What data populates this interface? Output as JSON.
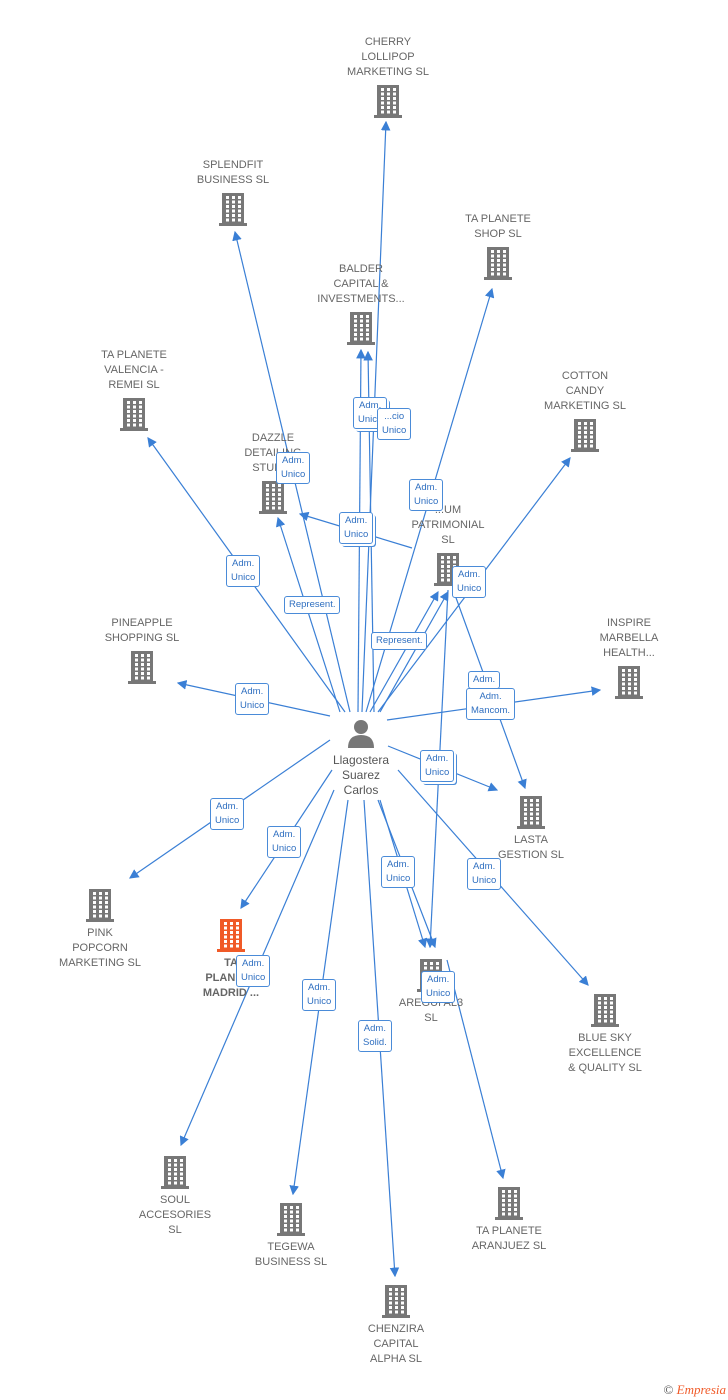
{
  "person": {
    "name": "Llagostera\nSuarez\nCarlos"
  },
  "companies": [
    {
      "id": "cherry",
      "name": "CHERRY\nLOLLIPOP\nMARKETING  SL",
      "highlight": false
    },
    {
      "id": "splendfit",
      "name": "SPLENDFIT\nBUSINESS  SL",
      "highlight": false
    },
    {
      "id": "tashop",
      "name": "TA PLANETE\nSHOP  SL",
      "highlight": false
    },
    {
      "id": "balder",
      "name": "BALDER\nCAPITAL &\nINVESTMENTS...",
      "highlight": false
    },
    {
      "id": "tavalencia",
      "name": "TA PLANETE\nVALENCIA -\nREMEI  SL",
      "highlight": false
    },
    {
      "id": "cotton",
      "name": "COTTON\nCANDY\nMARKETING  SL",
      "highlight": false
    },
    {
      "id": "dazzle",
      "name": "DAZZLE\nDETAILING\nSTUDIO",
      "highlight": false
    },
    {
      "id": "patrimonial",
      "name": "...UM\nPATRIMONIAL\nSL",
      "highlight": false
    },
    {
      "id": "pineapple",
      "name": "PINEAPPLE\nSHOPPING  SL",
      "highlight": false
    },
    {
      "id": "inspire",
      "name": "INSPIRE\nMARBELLA\nHEALTH...",
      "highlight": false
    },
    {
      "id": "lasta",
      "name": "LASTA\nGESTION  SL",
      "highlight": false
    },
    {
      "id": "pink",
      "name": "PINK\nPOPCORN\nMARKETING  SL",
      "highlight": false
    },
    {
      "id": "tamadrid",
      "name": "TA\nPLANETE\nMADRID ...",
      "highlight": true
    },
    {
      "id": "aregui",
      "name": "AREGUI AL3\nSL",
      "highlight": false
    },
    {
      "id": "bluesky",
      "name": "BLUE SKY\nEXCELLENCE\n& QUALITY  SL",
      "highlight": false
    },
    {
      "id": "soul",
      "name": "SOUL\nACCESORIES\nSL",
      "highlight": false
    },
    {
      "id": "tegewa",
      "name": "TEGEWA\nBUSINESS  SL",
      "highlight": false
    },
    {
      "id": "taaranjuez",
      "name": "TA PLANETE\nARANJUEZ  SL",
      "highlight": false
    },
    {
      "id": "chenzira",
      "name": "CHENZIRA\nCAPITAL\nALPHA  SL",
      "highlight": false
    }
  ],
  "roles": [
    {
      "id": "r-cherry",
      "text": "Adm.\nUnico"
    },
    {
      "id": "r-balder",
      "text": "...cio\nUnico"
    },
    {
      "id": "r-dazzle",
      "text": "Adm.\nUnico"
    },
    {
      "id": "r-tashop",
      "text": "Adm.\nUnico"
    },
    {
      "id": "r-mid",
      "text": "Adm.\nUnico"
    },
    {
      "id": "r-valencia",
      "text": "Adm.\nUnico"
    },
    {
      "id": "r-represent1",
      "text": "Represent."
    },
    {
      "id": "r-cotton",
      "text": "Adm.\nUnico"
    },
    {
      "id": "r-represent2",
      "text": "Represent."
    },
    {
      "id": "r-pineapple",
      "text": "Adm.\nUnico"
    },
    {
      "id": "r-inspire1",
      "text": "Adm."
    },
    {
      "id": "r-inspire2",
      "text": "Adm.\nMancom."
    },
    {
      "id": "r-lasta",
      "text": "Adm.\nUnico"
    },
    {
      "id": "r-pink",
      "text": "Adm.\nUnico"
    },
    {
      "id": "r-madrid1",
      "text": "Adm.\nUnico"
    },
    {
      "id": "r-aregui1",
      "text": "Adm.\nUnico"
    },
    {
      "id": "r-bluesky",
      "text": "Adm.\nUnico"
    },
    {
      "id": "r-madrid2",
      "text": "Adm.\nUnico"
    },
    {
      "id": "r-aregui2",
      "text": "Adm.\nUnico"
    },
    {
      "id": "r-tegewa",
      "text": "Adm.\nUnico"
    },
    {
      "id": "r-chenzira",
      "text": "Adm.\nSolid."
    }
  ],
  "footer": {
    "copyright": "©",
    "brand": "Empresia"
  },
  "colors": {
    "edge": "#3a7fd5",
    "building": "#777777",
    "highlight": "#f05a28"
  }
}
